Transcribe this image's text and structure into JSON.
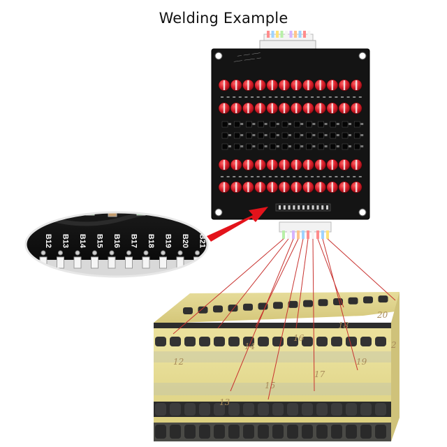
{
  "title": "Welding Example",
  "zoom_labels": [
    "B12",
    "B13",
    "B14",
    "B15",
    "B16",
    "B17",
    "B18",
    "B19",
    "B20",
    "B21"
  ],
  "cell_numbers": [
    "12",
    "13",
    "14",
    "15",
    "16",
    "17",
    "18",
    "19",
    "20",
    "2"
  ],
  "colors": {
    "pcb": "#141414",
    "capacitor_red": "#d81e2a",
    "pointer_arrow": "#e3131b",
    "wire": "#c8322f",
    "pack_yellow": "#e8dd8e",
    "pack_dark": "#2b2b2b"
  }
}
